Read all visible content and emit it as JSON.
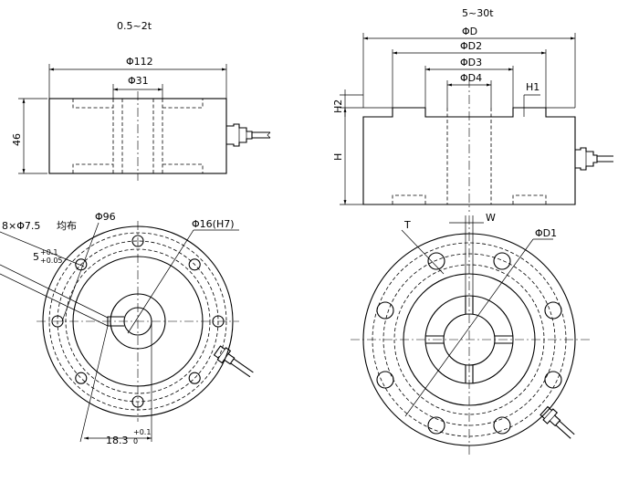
{
  "left_drawing": {
    "capacity": "0.5~2t",
    "dim_d112": "Φ112",
    "dim_d31": "Φ31",
    "dim_height": "46",
    "holes_label": "8×Φ7.5",
    "holes_note": "均布",
    "dim_d96": "Φ96",
    "dim_d16": "Φ16(H7)",
    "dim_5": "5",
    "tol_5_upper": "+0.1",
    "tol_5_lower": "+0.05",
    "dim_18_3": "18.3",
    "tol_18_upper": "+0.1",
    "tol_18_lower": "0"
  },
  "right_drawing": {
    "capacity": "5~30t",
    "dim_D": "ΦD",
    "dim_D2": "ΦD2",
    "dim_D3": "ΦD3",
    "dim_D4": "ΦD4",
    "dim_H1": "H1",
    "dim_H2": "H2",
    "dim_H": "H",
    "dim_W": "W",
    "dim_T": "T",
    "dim_D1": "ΦD1"
  }
}
